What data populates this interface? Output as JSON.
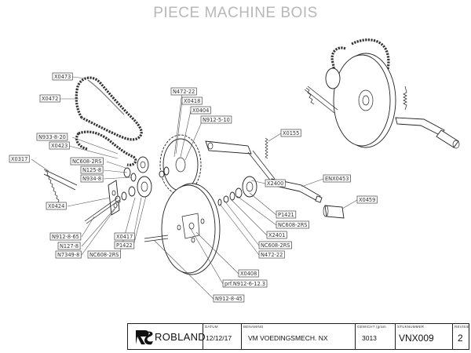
{
  "title": "PIECE MACHINE BOIS",
  "callouts": [
    {
      "id": "c1",
      "text": "X0473"
    },
    {
      "id": "c2",
      "text": "X0472"
    },
    {
      "id": "c3",
      "text": "N933-8-20"
    },
    {
      "id": "c4",
      "text": "X0423"
    },
    {
      "id": "c5",
      "text": "X0317"
    },
    {
      "id": "c6",
      "text": "NC608-2RS"
    },
    {
      "id": "c7",
      "text": "N125-8"
    },
    {
      "id": "c8",
      "text": "N934-8"
    },
    {
      "id": "c9",
      "text": "X0424"
    },
    {
      "id": "c10",
      "text": "N912-8-65"
    },
    {
      "id": "c11",
      "text": "N127-8"
    },
    {
      "id": "c12",
      "text": "N7349-8"
    },
    {
      "id": "c13",
      "text": "NC608-2RS"
    },
    {
      "id": "c14",
      "text": "X0417"
    },
    {
      "id": "c15",
      "text": "P1422"
    },
    {
      "id": "c16",
      "text": "N472-22"
    },
    {
      "id": "c17",
      "text": "X0418"
    },
    {
      "id": "c18",
      "text": "X0404"
    },
    {
      "id": "c19",
      "text": "N912-5-10"
    },
    {
      "id": "c20",
      "text": "X0155"
    },
    {
      "id": "c21",
      "text": "ENX0453"
    },
    {
      "id": "c22",
      "text": "X2400"
    },
    {
      "id": "c23",
      "text": "X0459"
    },
    {
      "id": "c24",
      "text": "P1421"
    },
    {
      "id": "c25",
      "text": "NC608-2RS"
    },
    {
      "id": "c26",
      "text": "X2401"
    },
    {
      "id": "c27",
      "text": "NC608-2RS"
    },
    {
      "id": "c28",
      "text": "N472-22"
    },
    {
      "id": "c29",
      "text": "X0408"
    },
    {
      "id": "c30",
      "text": "prf.N912-6-12.3"
    },
    {
      "id": "c31",
      "text": "N912-8-45"
    }
  ],
  "titleblock": {
    "brand": "ROBLAND",
    "datum_header": "DATUM",
    "datum": "12/12/17",
    "benaming_header": "BENAMING",
    "benaming": "VM VOEDINGSMECH. NX",
    "gewicht_header": "GEWICHT (gram",
    "gewicht": "3013",
    "stuknummer_header": "STUKNUMMER",
    "stuknummer": "VNX009",
    "revisie_header": "REVISIE",
    "revisie": "2"
  }
}
